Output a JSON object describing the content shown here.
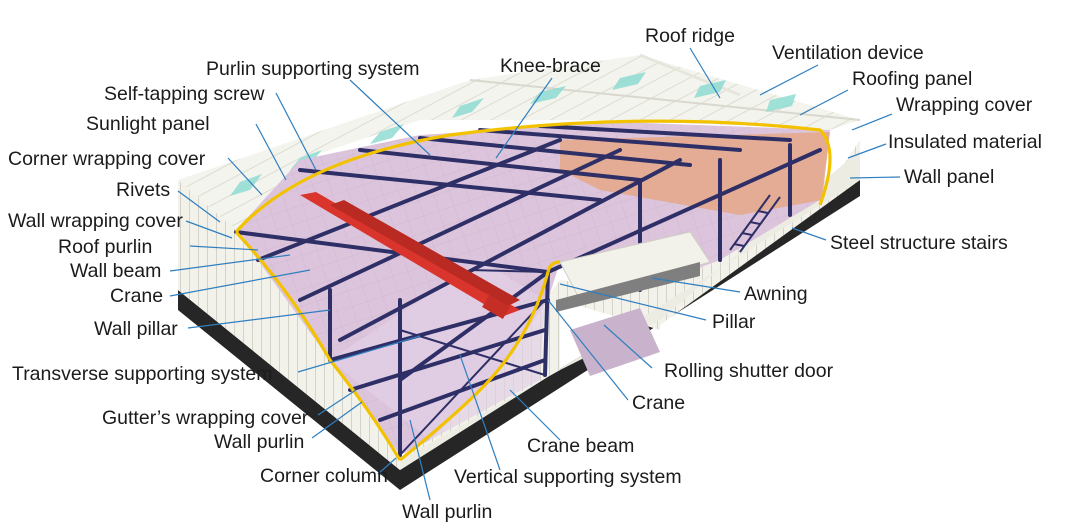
{
  "labels": {
    "roof_ridge": "Roof ridge",
    "ventilation_device": "Ventilation device",
    "roofing_panel": "Roofing panel",
    "wrapping_cover": "Wrapping cover",
    "insulated_material": "Insulated material",
    "wall_panel": "Wall panel",
    "steel_structure_stairs": "Steel structure stairs",
    "awning": "Awning",
    "pillar": "Pillar",
    "rolling_shutter_door": "Rolling shutter door",
    "crane_right": "Crane",
    "crane_beam": "Crane beam",
    "vertical_supporting_system": "Vertical supporting system",
    "wall_purlin_bottom": "Wall purlin",
    "corner_column": "Corner column",
    "wall_purlin_left": "Wall purlin",
    "gutters_wrapping_cover": "Gutter’s wrapping cover",
    "transverse_supporting_system": "Transverse supporting system",
    "wall_pillar": "Wall pillar",
    "crane_left": "Crane",
    "wall_beam": "Wall beam",
    "roof_purlin": "Roof purlin",
    "wall_wrapping_cover": "Wall wrapping cover",
    "rivets": "Rivets",
    "corner_wrapping_cover": "Corner wrapping cover",
    "sunlight_panel": "Sunlight panel",
    "self_tapping_screw": "Self-tapping screw",
    "purlin_supporting_system": "Purlin supporting system",
    "knee_brace": "Knee-brace"
  },
  "colors": {
    "steel_frame": "#2e2f66",
    "crane": "#d9352c",
    "cutaway_outline": "#f2c200",
    "leader_line": "#2f7fc0",
    "wall_panel": "#f1f1ea",
    "roof_panel": "#f3f3ec",
    "sunlight_panel": "#8fdcd2",
    "interior": "#ddc7dd",
    "mezzanine": "#e2a78b",
    "base": "#262626"
  }
}
